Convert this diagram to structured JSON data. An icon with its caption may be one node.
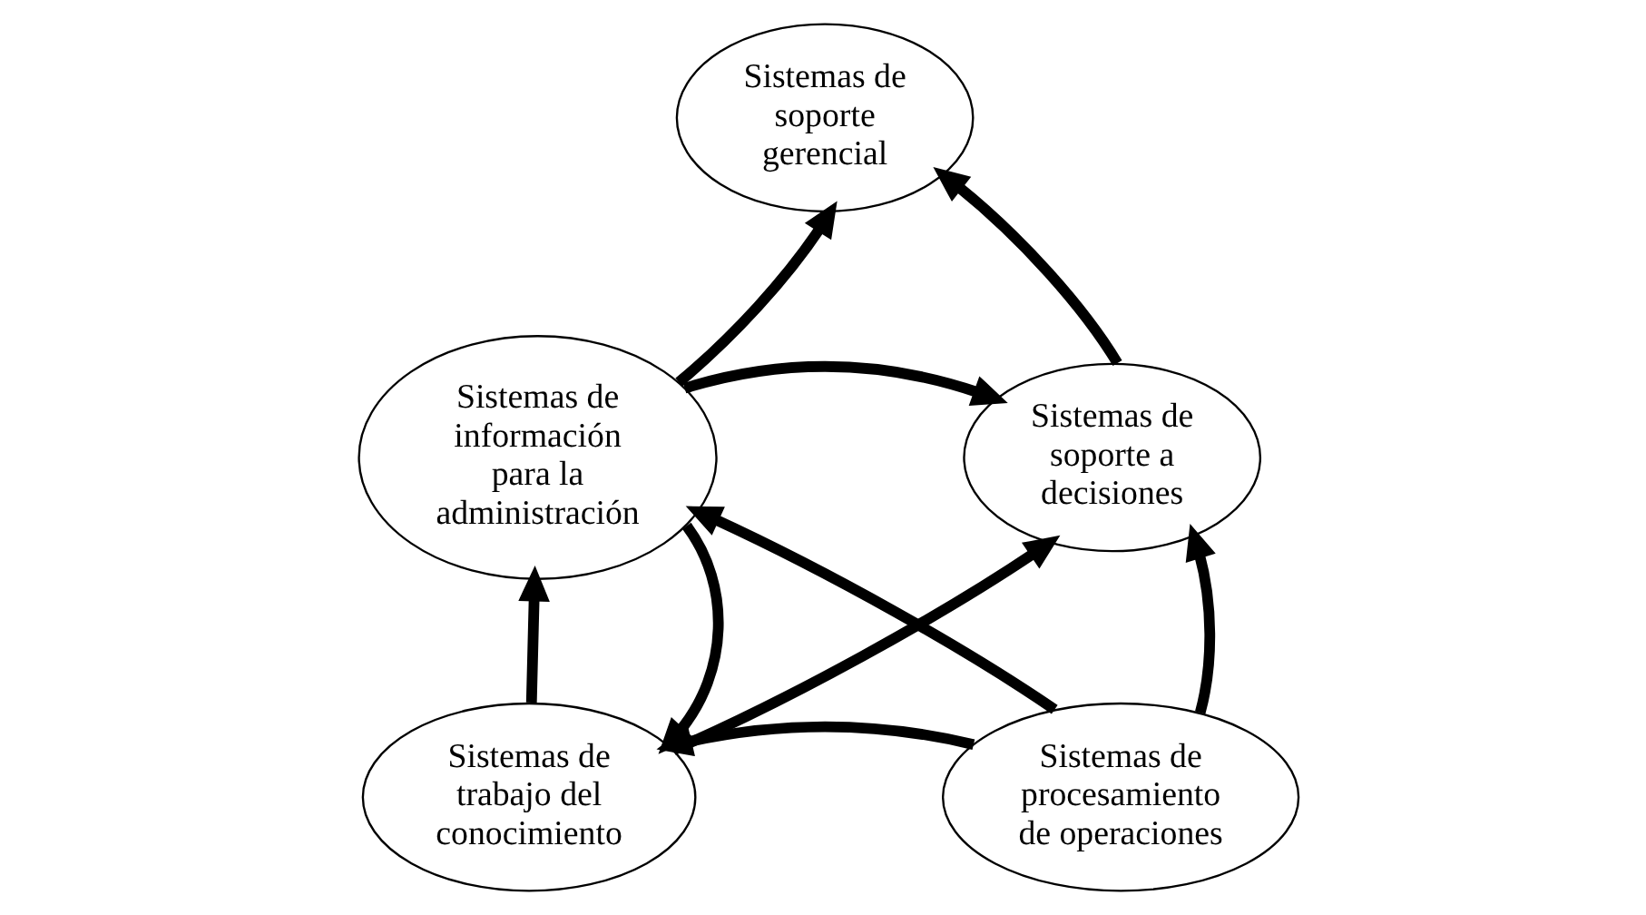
{
  "diagram": {
    "nodes": [
      {
        "text": [
          "Sistemas de soporte gerencial"
        ]
      },
      {
        "text": [
          "Sistemas de información para la administración"
        ]
      },
      {
        "text": [
          "Sistemas de soporte a decisiones"
        ]
      },
      {
        "text": [
          "Sistemas de trabajo del conocimiento"
        ]
      },
      {
        "text": [
          "Sistemas de procesamiento de operaciones"
        ]
      }
    ],
    "edges": [
      {
        "from": 1,
        "to": 0,
        "arrow": "to"
      },
      {
        "from": 2,
        "to": 0,
        "arrow": "to"
      },
      {
        "from": 1,
        "to": 2,
        "arrow": "to"
      },
      {
        "from": 3,
        "to": 2,
        "arrow": "to"
      },
      {
        "from": 4,
        "to": 1,
        "arrow": "to"
      },
      {
        "from": 3,
        "to": 1,
        "arrow": "to"
      },
      {
        "from": 1,
        "to": 3,
        "arrow": "to"
      },
      {
        "from": 4,
        "to": 2,
        "arrow": "to"
      },
      {
        "from": 4,
        "to": 3,
        "arrow": "to"
      }
    ]
  }
}
